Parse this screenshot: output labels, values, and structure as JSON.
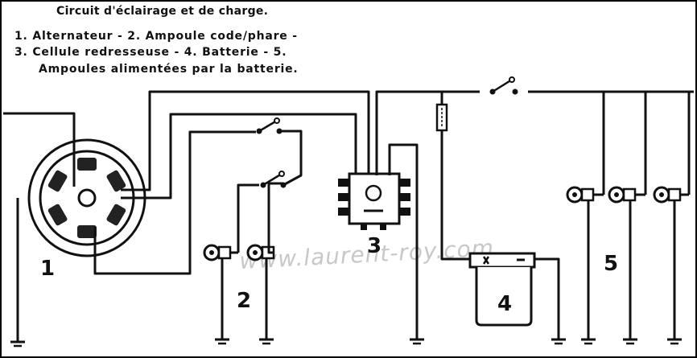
{
  "title": "Circuit d'éclairage et de charge.",
  "legend": {
    "line1": "1. Alternateur - 2. Ampoule code/phare -",
    "line2": "3. Cellule redresseuse - 4. Batterie - 5.",
    "line3": "Ampoules alimentées par la batterie."
  },
  "labels": {
    "alternator": "1",
    "headlamp": "2",
    "rectifier": "3",
    "battery": "4",
    "battery_lamps": "5"
  },
  "watermark": "www.laurent-roy.com"
}
